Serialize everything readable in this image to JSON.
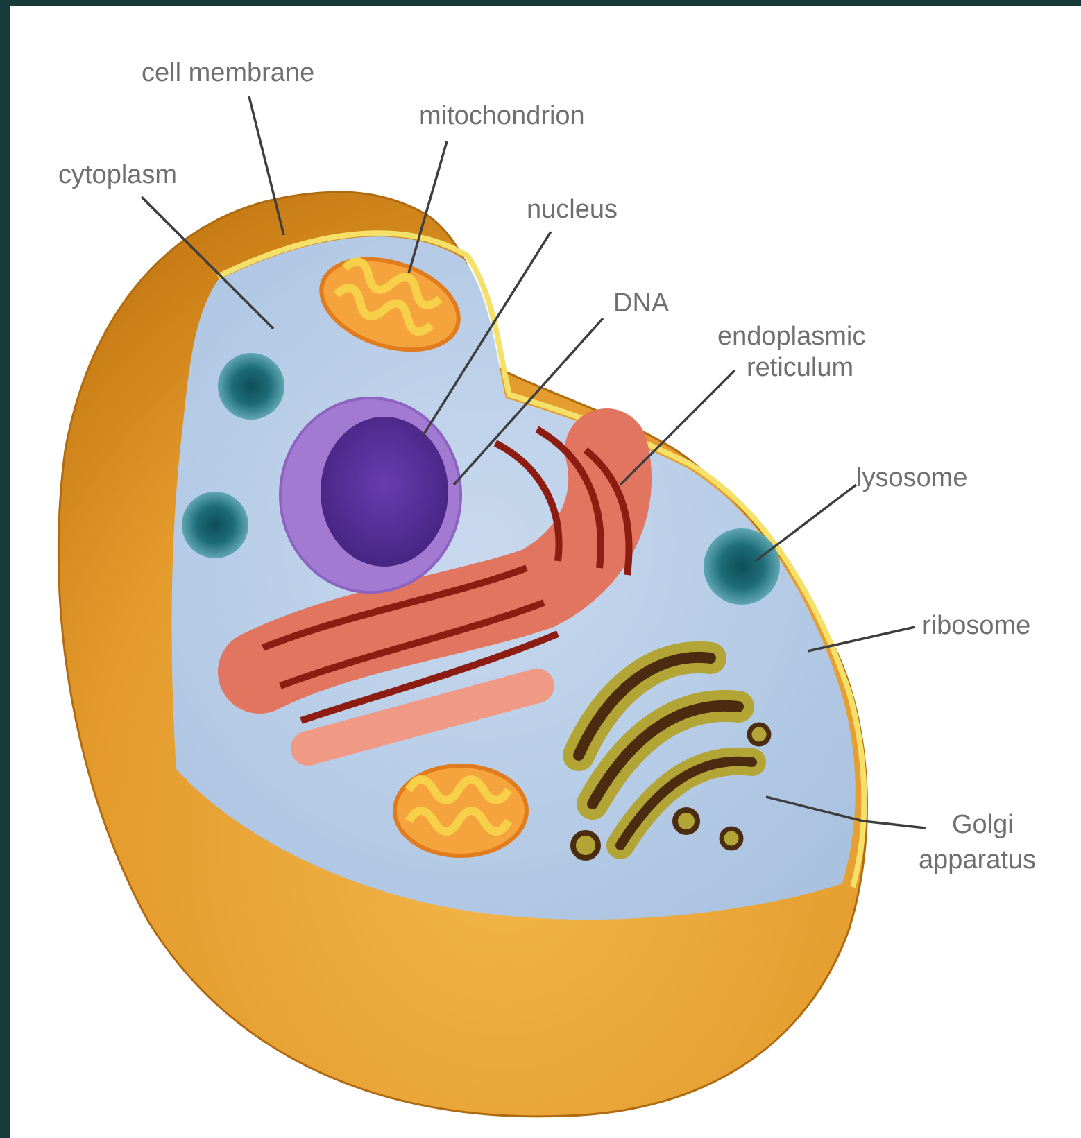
{
  "diagram": {
    "labels": {
      "cell_membrane": "cell membrane",
      "mitochondrion": "mitochondrion",
      "cytoplasm": "cytoplasm",
      "nucleus": "nucleus",
      "dna": "DNA",
      "er_line1": "endoplasmic",
      "er_line2": "reticulum",
      "lysosome": "lysosome",
      "ribosome": "ribosome",
      "golgi_line1": "Golgi",
      "golgi_line2": "apparatus"
    },
    "colors": {
      "frame": "#16393a",
      "membrane_orange": "#e09a2a",
      "cytoplasm_blue": "#b9cee6",
      "nucleus_purple": "#5a2f9e",
      "er_red": "#e0705a",
      "golgi_olive": "#b3a436",
      "mitochondrion_orange": "#f2a23c",
      "lysosome_teal": "#1d6c77"
    }
  }
}
